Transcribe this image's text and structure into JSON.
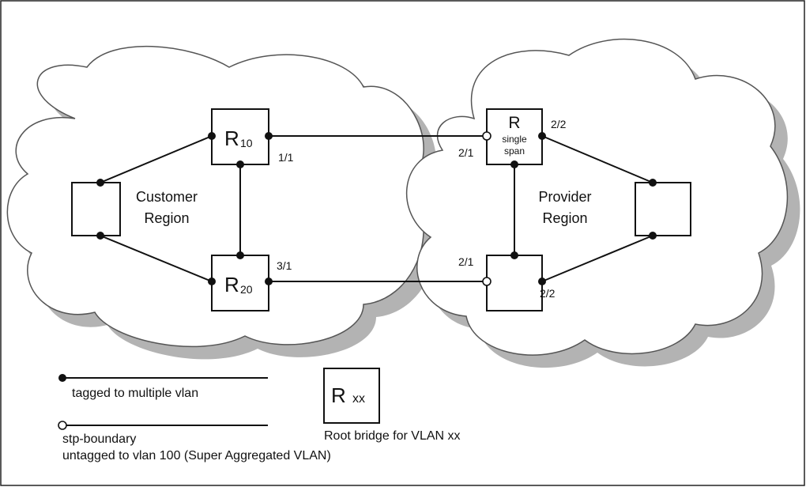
{
  "colors": {
    "cloud_fill": "#ffffff",
    "cloud_shadow": "#b3b3b3",
    "cloud_outline": "#555555",
    "line": "#111111",
    "dot": "#111111"
  },
  "customer_region": {
    "line1": "Customer",
    "line2": "Region"
  },
  "provider_region": {
    "line1": "Provider",
    "line2": "Region"
  },
  "bridges": {
    "r10": {
      "letter": "R",
      "subscript": "10"
    },
    "r20": {
      "letter": "R",
      "subscript": "20"
    },
    "provider_top": {
      "letter": "R",
      "line1": "single",
      "line2": "span"
    }
  },
  "ports": {
    "r10_right": "1/1",
    "r20_right": "3/1",
    "provider_top_left": "2/1",
    "provider_top_right": "2/2",
    "provider_bottom_left": "2/1",
    "provider_bottom_right": "2/2"
  },
  "legend": {
    "tagged": "tagged to multiple vlan",
    "stp_boundary": "stp-boundary",
    "untagged": "untagged to vlan 100 (Super Aggregated VLAN)",
    "root_letter": "R",
    "root_sub": "xx",
    "root_caption": "Root bridge for VLAN xx"
  }
}
